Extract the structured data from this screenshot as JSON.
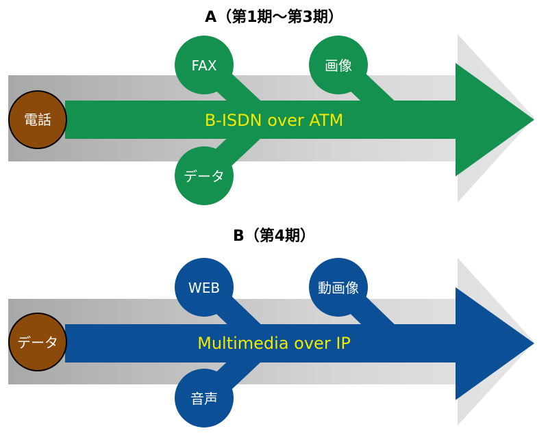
{
  "diagrams": [
    {
      "title": "A（第1期〜第3期）",
      "main_label": "B-ISDN over ATM",
      "source_label": "電話",
      "upper_left_label": "FAX",
      "upper_right_label": "画像",
      "lower_label": "データ",
      "theme_color": "#14904f"
    },
    {
      "title": "B（第4期）",
      "main_label": "Multimedia over IP",
      "source_label": "データ",
      "upper_left_label": "WEB",
      "upper_right_label": "動画像",
      "lower_label": "音声",
      "theme_color": "#0b4f96"
    }
  ],
  "colors": {
    "source_circle": "#8b4a0a",
    "main_label_text": "#f2ea00",
    "node_label_text": "#ffffff",
    "shadow_arrow": "#d5d5d5"
  }
}
